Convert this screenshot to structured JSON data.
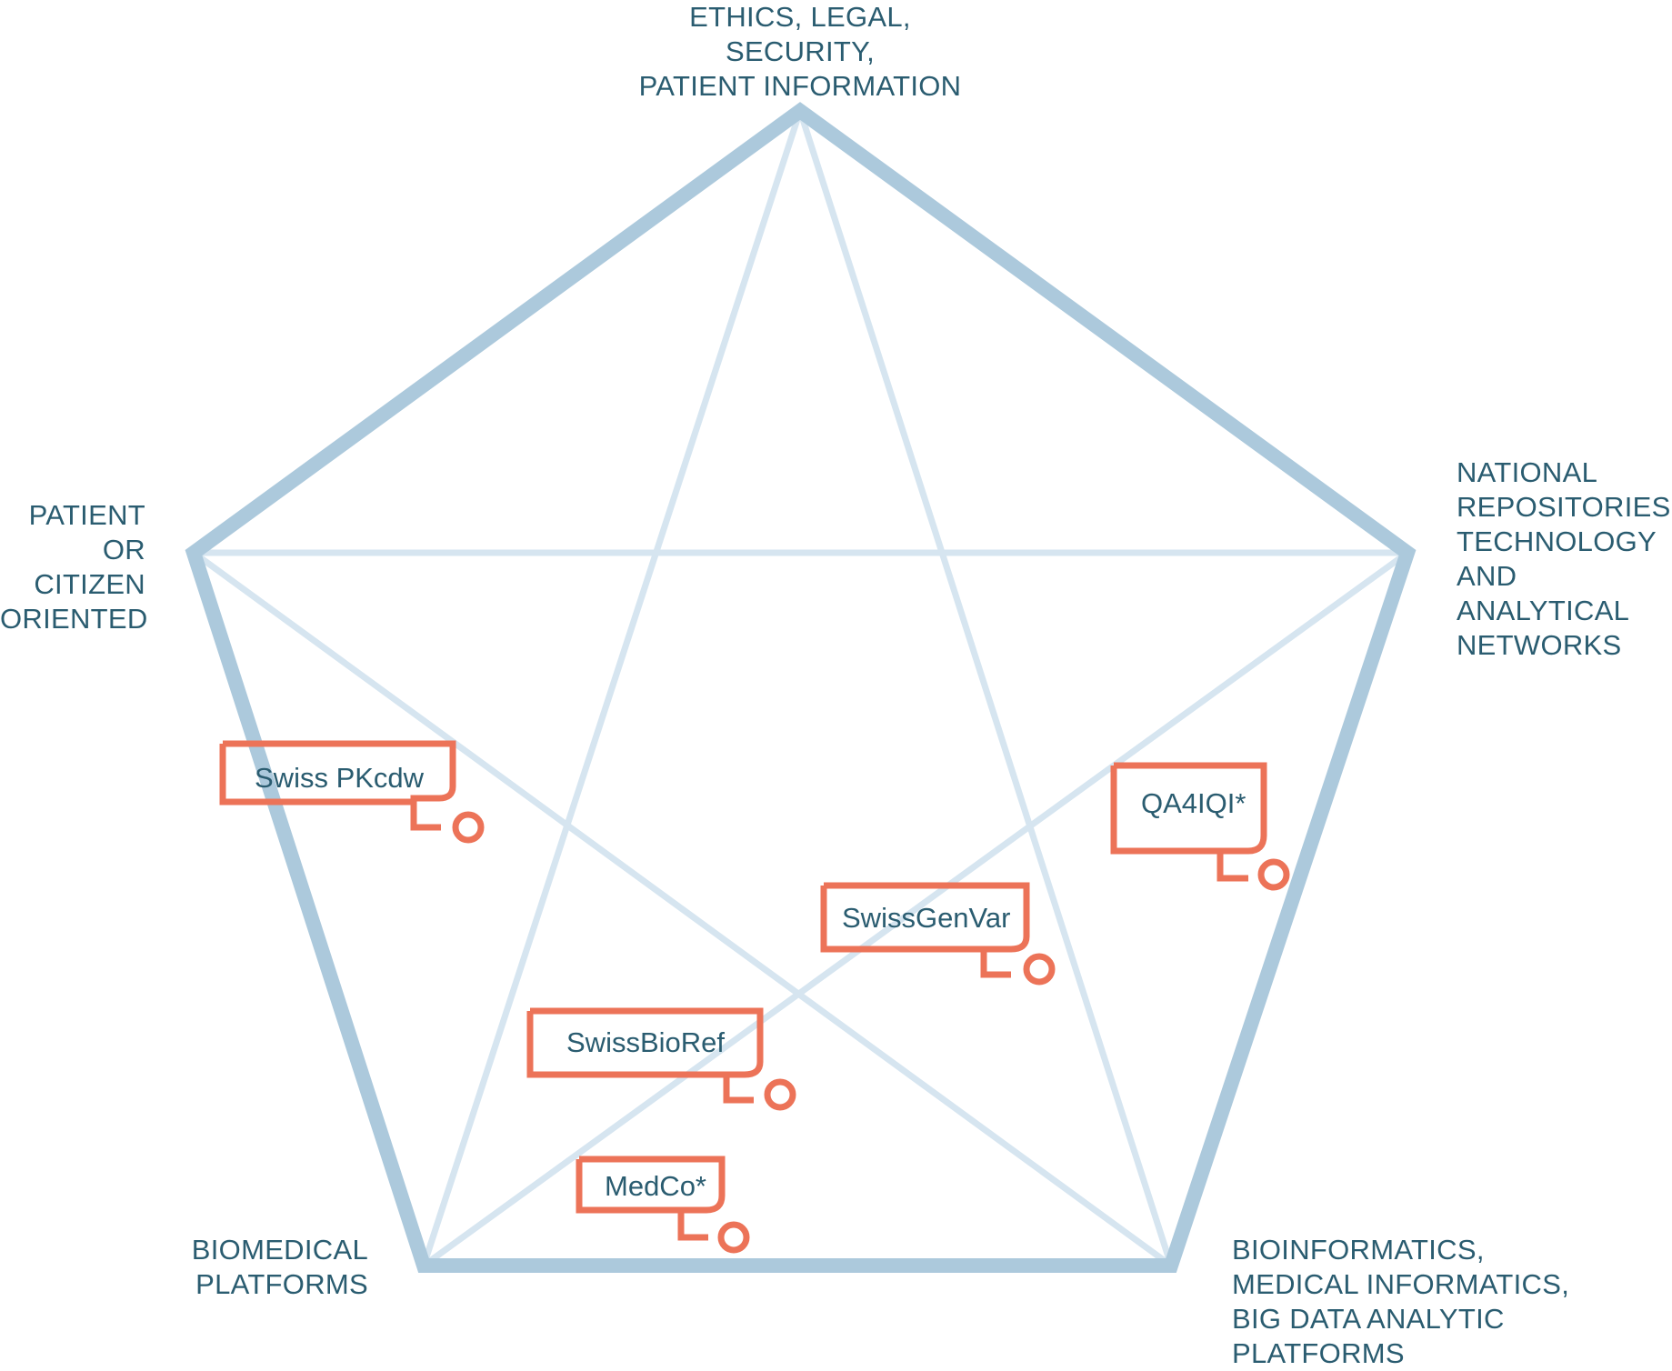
{
  "corners": {
    "top": "ETHICS, LEGAL, SECURITY,\nPATIENT INFORMATION",
    "right": "NATIONAL\nREPOSITORIES,\nTECHNOLOGY\nAND ANALYTICAL\nNETWORKS",
    "bottom_right": "BIOINFORMATICS,\nMEDICAL INFORMATICS,\nBIG DATA ANALYTIC PLATFORMS",
    "bottom_left": "BIOMEDICAL\nPLATFORMS",
    "left": "PATIENT\nOR CITIZEN\nORIENTED"
  },
  "projects": [
    "Swiss PKcdw",
    "QA4IQI*",
    "SwissGenVar",
    "SwissBioRef",
    "MedCo*"
  ],
  "colors": {
    "pentagon_outline": "#acc9dc",
    "inner_lines": "#d6e5f0",
    "tag_outline": "#ec7358",
    "label_text": "#2a5c70"
  }
}
